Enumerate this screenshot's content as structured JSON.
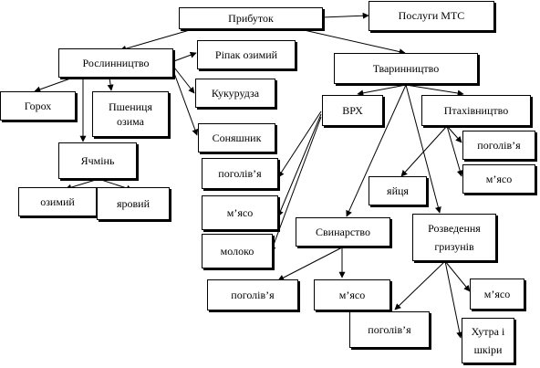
{
  "nodes": {
    "profit": "Прибуток",
    "mts_services": "Послуги МТС",
    "crop_production": "Рослинництво",
    "winter_rapeseed": "Ріпак озимий",
    "corn": "Кукурудза",
    "sunflower": "Соняшник",
    "pea": "Горох",
    "winter_wheat": "Пшениця озима",
    "barley": "Ячмінь",
    "barley_winter": "озимий",
    "barley_spring": "яровий",
    "animal_husbandry": "Тваринництво",
    "cattle": "ВРХ",
    "poultry": "Птахівництво",
    "cattle_livestock": "поголів’я",
    "cattle_meat": "м’ясо",
    "cattle_milk": "молоко",
    "poultry_livestock": "поголів’я",
    "poultry_meat": "м’ясо",
    "poultry_eggs": "яйця",
    "pig_farming": "Свинарство",
    "pig_livestock": "поголів’я",
    "pig_meat": "м’ясо",
    "rodent_breeding": "Розведення гризунів",
    "rodent_meat": "м’ясо",
    "rodent_livestock": "поголів’я",
    "fur_and_skins": "Хутра і шкіри"
  }
}
